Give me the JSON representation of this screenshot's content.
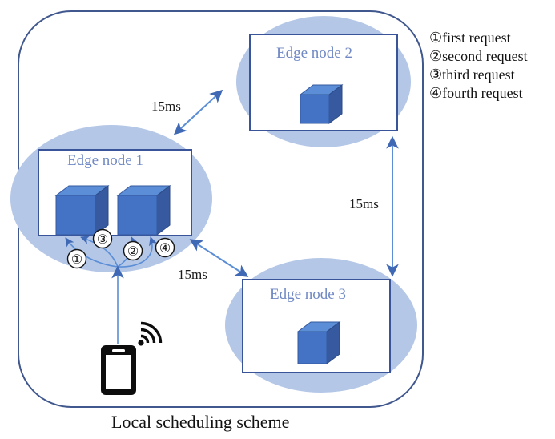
{
  "diagram": {
    "caption": "Local scheduling scheme",
    "nodes": [
      {
        "id": "edge-node-1",
        "label": "Edge node 1",
        "cubes": 2
      },
      {
        "id": "edge-node-2",
        "label": "Edge node 2",
        "cubes": 1
      },
      {
        "id": "edge-node-3",
        "label": "Edge node 3",
        "cubes": 1
      }
    ],
    "latency_labels": [
      {
        "id": "latency-node1-node2",
        "text": "15ms"
      },
      {
        "id": "latency-node2-node3",
        "text": "15ms"
      },
      {
        "id": "latency-node1-node3",
        "text": "15ms"
      }
    ],
    "request_markers": [
      {
        "id": "marker-1",
        "text": "①"
      },
      {
        "id": "marker-3",
        "text": "③"
      },
      {
        "id": "marker-2",
        "text": "②"
      },
      {
        "id": "marker-4",
        "text": "④"
      }
    ],
    "device": {
      "id": "mobile-phone",
      "wifi": "wifi-signal-icon"
    }
  },
  "legend": {
    "items": [
      {
        "marker": "①",
        "text": "first request"
      },
      {
        "marker": "②",
        "text": "second request"
      },
      {
        "marker": "③",
        "text": "third request"
      },
      {
        "marker": "④",
        "text": "fourth request"
      }
    ],
    "lines": [
      "①first request",
      "②second request",
      "③third request",
      "④fourth request"
    ]
  },
  "colors": {
    "outer_border": "#41588f",
    "ellipse_fill": "#b4c7e7",
    "box_border": "#3a5499",
    "node_label": "#7089c4",
    "cube_front": "#4472c4",
    "cube_top": "#5b8ed6",
    "cube_side": "#36599f",
    "arrow": "#5b8ed6",
    "arrow_dark": "#2e5395",
    "phone": "#0d0d0d"
  }
}
